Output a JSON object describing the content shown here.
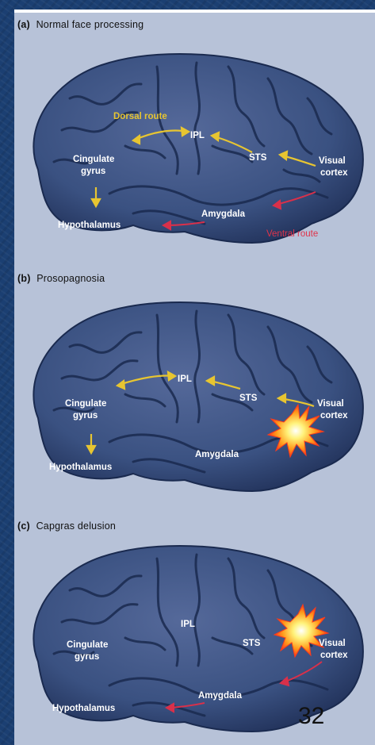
{
  "panels": [
    {
      "id": "a",
      "letter": "(a)",
      "title": "Normal face processing",
      "labels": {
        "dorsal_route": "Dorsal route",
        "ipl": "IPL",
        "sts": "STS",
        "visual_1": "Visual",
        "visual_2": "cortex",
        "cingulate_1": "Cingulate",
        "cingulate_2": "gyrus",
        "hypothalamus": "Hypothalamus",
        "amygdala": "Amygdala",
        "ventral_route": "Ventral route"
      }
    },
    {
      "id": "b",
      "letter": "(b)",
      "title": "Prosopagnosia",
      "labels": {
        "ipl": "IPL",
        "sts": "STS",
        "visual_1": "Visual",
        "visual_2": "cortex",
        "cingulate_1": "Cingulate",
        "cingulate_2": "gyrus",
        "hypothalamus": "Hypothalamus",
        "amygdala": "Amygdala"
      }
    },
    {
      "id": "c",
      "letter": "(c)",
      "title": "Capgras delusion",
      "labels": {
        "ipl": "IPL",
        "sts": "STS",
        "visual_1": "Visual",
        "visual_2": "cortex",
        "cingulate_1": "Cingulate",
        "cingulate_2": "gyrus",
        "hypothalamus": "Hypothalamus",
        "amygdala": "Amygdala"
      }
    }
  ],
  "page_number": "32",
  "colors": {
    "background": "#1b3f72",
    "panel": "#b7c2d8",
    "brain": "#3a5181",
    "sulcus": "#1a2a4f",
    "yellow_arrow": "#e7c531",
    "red_arrow": "#d9304a",
    "lesion": "#ff3b1a"
  }
}
